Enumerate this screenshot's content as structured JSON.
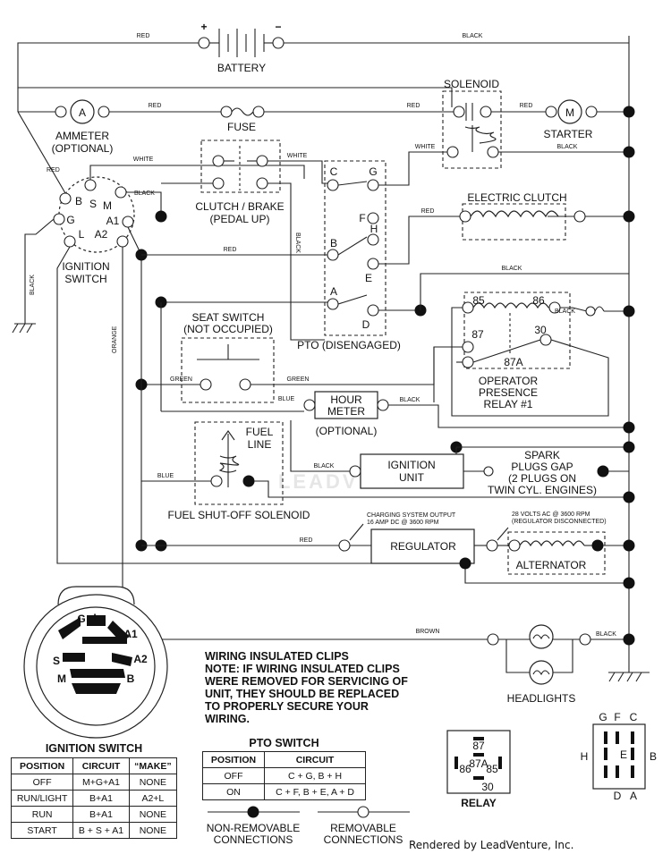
{
  "wire_colors": {
    "red": "RED",
    "black": "BLACK",
    "white": "WHITE",
    "green": "GREEN",
    "blue": "BLUE",
    "orange": "ORANGE",
    "brown": "BROWN"
  },
  "components": {
    "battery": "BATTERY",
    "battery_plus": "+",
    "battery_minus": "−",
    "solenoid": "SOLENOID",
    "ammeter_symbol": "A",
    "ammeter": "AMMETER",
    "ammeter_note": "(OPTIONAL)",
    "fuse": "FUSE",
    "starter_symbol": "M",
    "starter": "STARTER",
    "clutch_brake": "CLUTCH / BRAKE",
    "clutch_brake_note": "(PEDAL UP)",
    "electric_clutch": "ELECTRIC CLUTCH",
    "ignition_switch": "IGNITION",
    "ignition_switch_2": "SWITCH",
    "ign_terms": [
      "B",
      "S",
      "M",
      "G",
      "A1",
      "L",
      "A2"
    ],
    "pto": "PTO (DISENGAGED)",
    "pto_terms": [
      "C",
      "G",
      "F",
      "H",
      "B",
      "E",
      "A",
      "D"
    ],
    "relay_terms": [
      "85",
      "86",
      "87",
      "30",
      "87A"
    ],
    "operator_relay": [
      "OPERATOR",
      "PRESENCE",
      "RELAY #1"
    ],
    "seat_switch": "SEAT SWITCH",
    "seat_switch_note": "(NOT OCCUPIED)",
    "hour_meter": [
      "HOUR",
      "METER"
    ],
    "hour_meter_note": "(OPTIONAL)",
    "fuel_line": [
      "FUEL",
      "LINE"
    ],
    "fuel_solenoid": "FUEL SHUT-OFF SOLENOID",
    "ignition_unit": [
      "IGNITION",
      "UNIT"
    ],
    "spark_plugs": [
      "SPARK",
      "PLUGS GAP",
      "(2 PLUGS ON",
      "TWIN CYL. ENGINES)"
    ],
    "charging_output": [
      "CHARGING SYSTEM OUTPUT",
      "16 AMP DC @ 3600 RPM"
    ],
    "ac_output": [
      "28 VOLTS AC @ 3600 RPM",
      "(REGULATOR DISCONNECTED)"
    ],
    "regulator": "REGULATOR",
    "alternator": "ALTERNATOR",
    "headlights": "HEADLIGHTS",
    "watermark": "LEADVENTURE"
  },
  "ignition_switch_face": {
    "title": "IGNITION SWITCH",
    "labels": [
      "G",
      "L",
      "A1",
      "A2",
      "S",
      "M",
      "B"
    ],
    "table": {
      "headers": [
        "POSITION",
        "CIRCUIT",
        "“MAKE”"
      ],
      "rows": [
        [
          "OFF",
          "M+G+A1",
          "NONE"
        ],
        [
          "RUN/LIGHT",
          "B+A1",
          "A2+L"
        ],
        [
          "RUN",
          "B+A1",
          "NONE"
        ],
        [
          "START",
          "B + S + A1",
          "NONE"
        ]
      ]
    }
  },
  "note": {
    "heading": "WIRING INSULATED CLIPS",
    "prefix": "NOTE:",
    "body": "IF WIRING INSULATED CLIPS WERE REMOVED FOR SERVICING OF UNIT, THEY SHOULD BE REPLACED TO PROPERLY SECURE YOUR WIRING."
  },
  "pto_switch": {
    "title": "PTO SWITCH",
    "headers": [
      "POSITION",
      "CIRCUIT"
    ],
    "rows": [
      [
        "OFF",
        "C + G, B + H"
      ],
      [
        "ON",
        "C + F, B + E, A + D"
      ]
    ]
  },
  "relay_face": {
    "title": "RELAY",
    "pins": [
      "87",
      "86",
      "87A",
      "85",
      "30"
    ]
  },
  "pto_face": {
    "top": [
      "G",
      "F",
      "C"
    ],
    "left": "H",
    "right": "B",
    "center": "E",
    "bottom": [
      "D",
      "A"
    ]
  },
  "legend": {
    "non_removable": [
      "NON-REMOVABLE",
      "CONNECTIONS"
    ],
    "removable": [
      "REMOVABLE",
      "CONNECTIONS"
    ]
  },
  "footer": "Rendered by LeadVenture, Inc."
}
